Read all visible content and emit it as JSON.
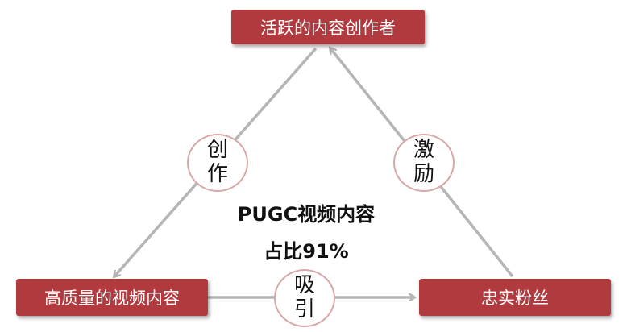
{
  "nodes": {
    "top": "活跃的内容创作者",
    "left": "高质量的视频内容",
    "right": "忠实粉丝"
  },
  "edges": {
    "create": [
      "创",
      "作"
    ],
    "motivate": [
      "激",
      "励"
    ],
    "attract": [
      "吸",
      "引"
    ]
  },
  "center": {
    "line1": "PUGC视频内容",
    "line2": "占比91%"
  },
  "colors": {
    "node_fill": "#b03a3e",
    "arrow": "#b5b5b5",
    "bubble_border": "#d8a7a7"
  }
}
